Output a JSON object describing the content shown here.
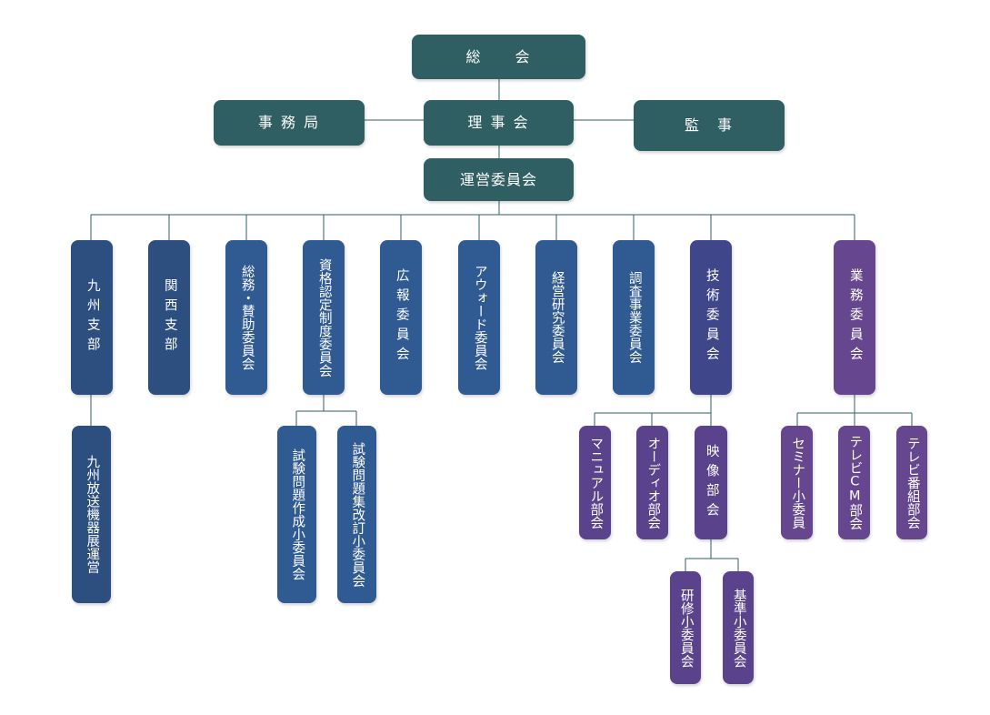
{
  "top": {
    "general_assembly": "総　　会",
    "secretariat": "事 務 局",
    "board": "理 事 会",
    "auditor": "監　事",
    "steering": "運営委員会"
  },
  "committees": {
    "kyushu": "九州支部",
    "kansai": "関西支部",
    "general_affairs": "総務・賛助委員会",
    "qualification": "資格認定制度委員会",
    "pr": "広報委員会",
    "award": "アウォード委員会",
    "management_research": "経営研究委員会",
    "survey": "調査事業委員会",
    "technical": "技術委員会",
    "business": "業務委員会"
  },
  "subunits": {
    "kyushu_expo": "九州放送機器展運営",
    "exam_creation": "試験問題作成小委員会",
    "exam_revision": "試験問題集改訂小委員会",
    "manual": "マニュアル部会",
    "audio": "オーディオ部会",
    "video": "映像部会",
    "training": "研修小委員会",
    "standards": "基準小委員会",
    "seminar": "セミナー小委員",
    "tvcm": "テレビCM部会",
    "tv_program": "テレビ番組部会"
  },
  "colors": {
    "top": "#2f5f63",
    "branch": "#2c4f80",
    "committee": "#305a92",
    "technical": "#3f468a",
    "technical_sub": "#5a438c",
    "business": "#66478f",
    "connector": "#2f5f63"
  }
}
